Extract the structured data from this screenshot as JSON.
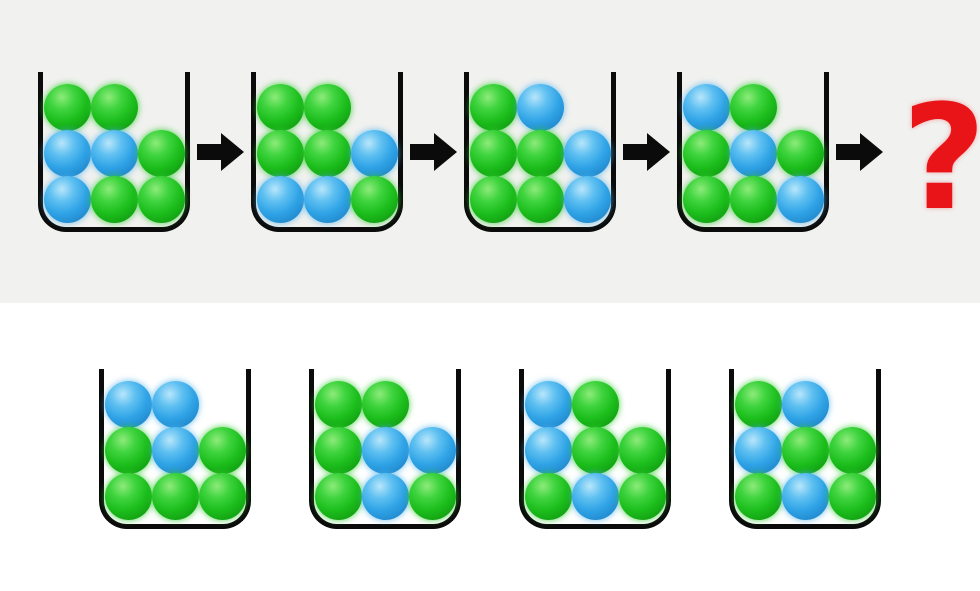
{
  "colors": {
    "background_top": "#f1f1ef",
    "background_bottom": "#ffffff",
    "cup_stroke": "#0b0b0b",
    "arrow": "#0b0b0b",
    "ball_green": "#1fc21f",
    "ball_blue": "#2fa3e6",
    "question_mark_red": "#e81418"
  },
  "sequence": {
    "question_mark": "?",
    "cups": [
      {
        "name": "sequence-cup-1",
        "grid": [
          [
            "green",
            "green",
            null
          ],
          [
            "blue",
            "blue",
            "green"
          ],
          [
            "blue",
            "green",
            "green"
          ]
        ]
      },
      {
        "name": "sequence-cup-2",
        "grid": [
          [
            "green",
            "green",
            null
          ],
          [
            "green",
            "green",
            "blue"
          ],
          [
            "blue",
            "blue",
            "green"
          ]
        ]
      },
      {
        "name": "sequence-cup-3",
        "grid": [
          [
            "green",
            "blue",
            null
          ],
          [
            "green",
            "green",
            "blue"
          ],
          [
            "green",
            "green",
            "blue"
          ]
        ]
      },
      {
        "name": "sequence-cup-4",
        "grid": [
          [
            "blue",
            "green",
            null
          ],
          [
            "green",
            "blue",
            "green"
          ],
          [
            "green",
            "green",
            "blue"
          ]
        ]
      }
    ]
  },
  "options": {
    "cups": [
      {
        "name": "option-cup-1",
        "grid": [
          [
            "blue",
            "blue",
            null
          ],
          [
            "green",
            "blue",
            "green"
          ],
          [
            "green",
            "green",
            "green"
          ]
        ]
      },
      {
        "name": "option-cup-2",
        "grid": [
          [
            "green",
            "green",
            null
          ],
          [
            "green",
            "blue",
            "blue"
          ],
          [
            "green",
            "blue",
            "green"
          ]
        ]
      },
      {
        "name": "option-cup-3",
        "grid": [
          [
            "blue",
            "green",
            null
          ],
          [
            "blue",
            "green",
            "green"
          ],
          [
            "green",
            "blue",
            "green"
          ]
        ]
      },
      {
        "name": "option-cup-4",
        "grid": [
          [
            "green",
            "blue",
            null
          ],
          [
            "blue",
            "green",
            "green"
          ],
          [
            "green",
            "blue",
            "green"
          ]
        ]
      }
    ]
  }
}
